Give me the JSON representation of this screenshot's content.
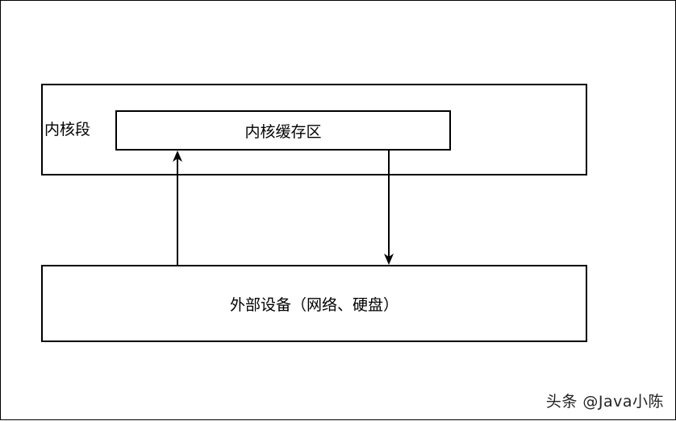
{
  "diagram": {
    "kernel_segment_label": "内核段",
    "kernel_cache_label": "内核缓存区",
    "external_device_label": "外部设备（网络、硬盘）"
  },
  "watermark": "头条 @Java小陈"
}
